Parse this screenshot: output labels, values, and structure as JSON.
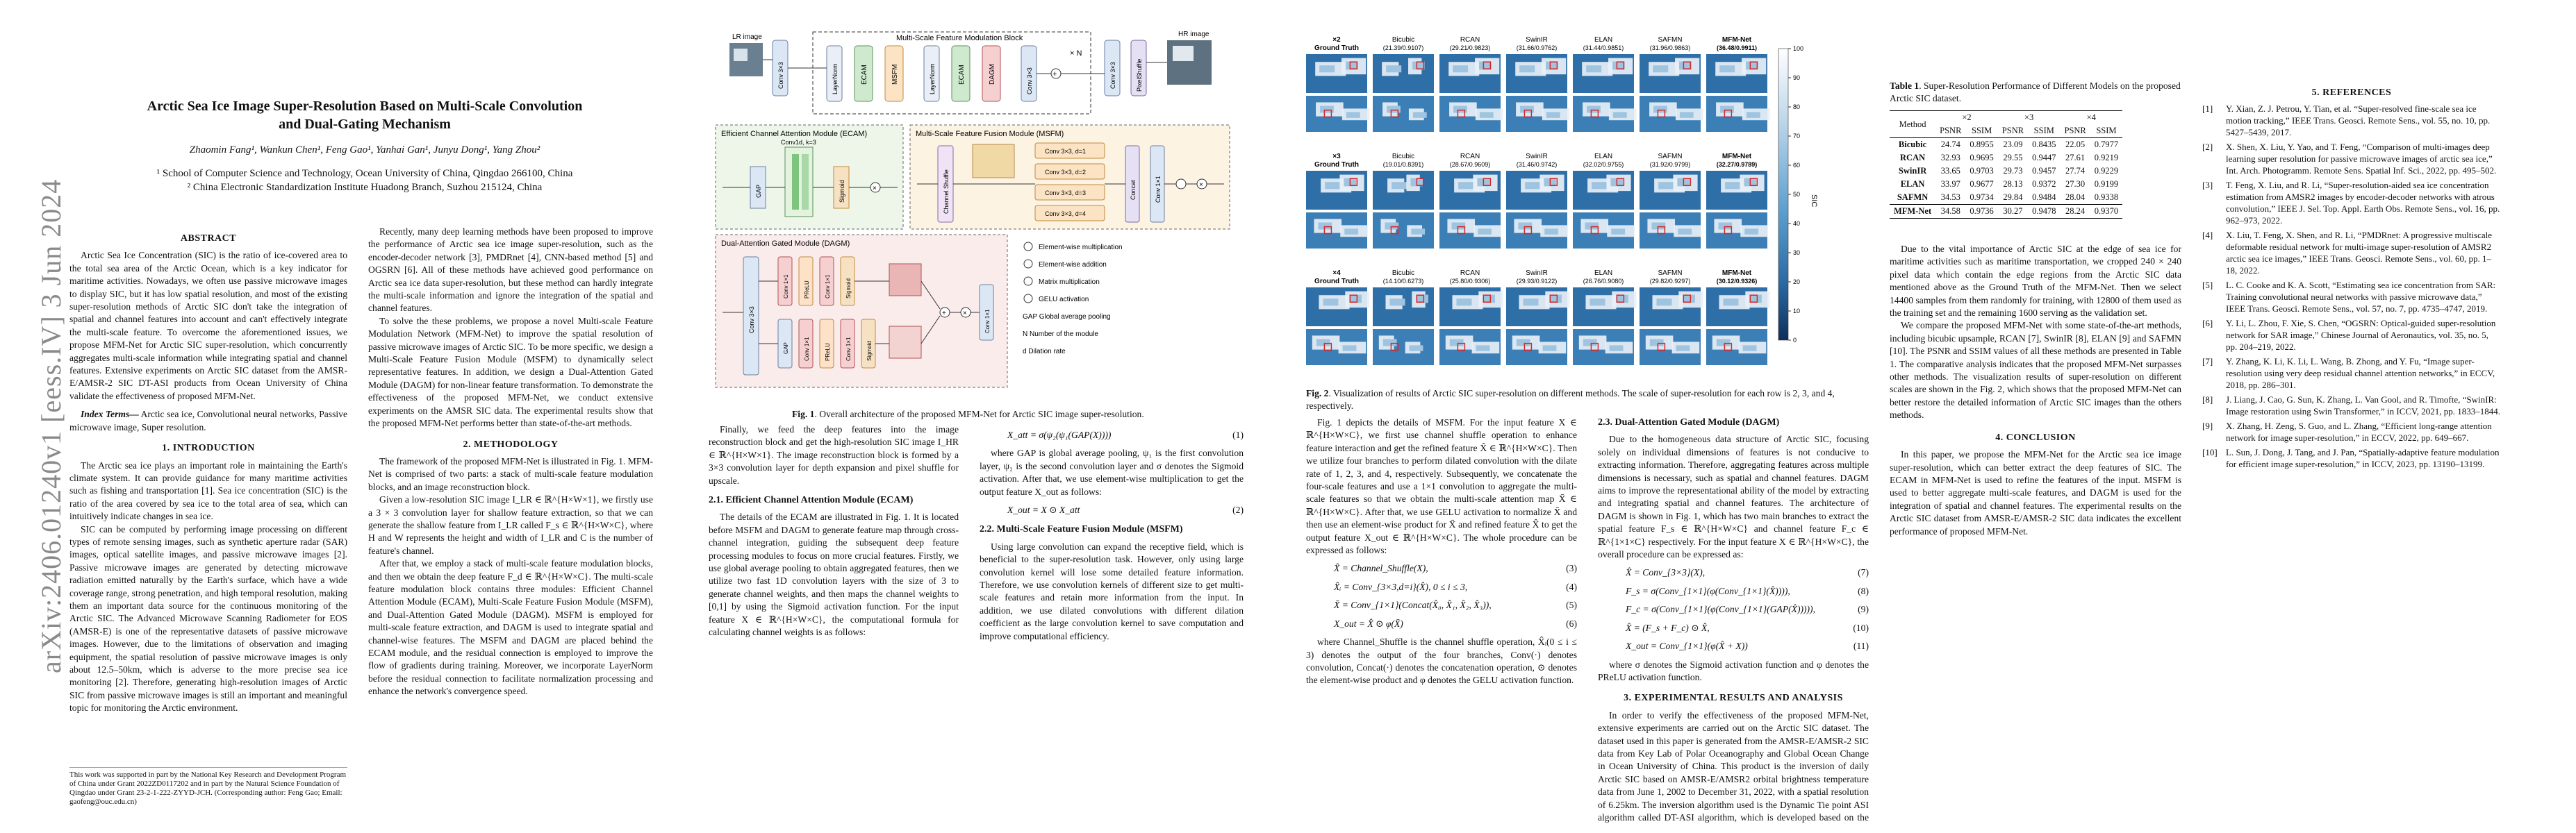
{
  "arxiv_id": "arXiv:2406.01240v1  [eess.IV]  3 Jun 2024",
  "paper": {
    "title_line1": "Arctic Sea Ice Image Super-Resolution Based on Multi-Scale Convolution",
    "title_line2": "and Dual-Gating Mechanism",
    "authors": "Zhaomin Fang¹, Wankun Chen¹, Feng Gao¹, Yanhai Gan¹, Junyu Dong¹, Yang Zhou²",
    "affil1": "¹ School of Computer Science and Technology, Ocean University of China, Qingdao 266100, China",
    "affil2": "² China Electronic Standardization Institute Huadong Branch, Suzhou 215124, China"
  },
  "abstract": {
    "heading": "ABSTRACT",
    "text": "Arctic Sea Ice Concentration (SIC) is the ratio of ice-covered area to the total sea area of the Arctic Ocean, which is a key indicator for maritime activities. Nowadays, we often use passive microwave images to display SIC, but it has low spatial resolution, and most of the existing super-resolution methods of Arctic SIC don't take the integration of spatial and channel features into account and can't effectively integrate the multi-scale feature. To overcome the aforementioned issues, we propose MFM-Net for Arctic SIC super-resolution, which concurrently aggregates multi-scale information while integrating spatial and channel features. Extensive experiments on Arctic SIC dataset from the AMSR-E/AMSR-2 SIC DT-ASI products from Ocean University of China validate the effectiveness of proposed MFM-Net.",
    "terms_label": "Index Terms—",
    "terms": "Arctic sea ice, Convolutional neural networks, Passive microwave image, Super resolution."
  },
  "intro": {
    "heading": "1. INTRODUCTION",
    "p1": "The Arctic sea ice plays an important role in maintaining the Earth's climate system. It can provide guidance for many maritime activities such as fishing and transportation [1]. Sea ice concentration (SIC) is the ratio of the area covered by sea ice to the total area of sea, which can intuitively indicate changes in sea ice.",
    "p2": "SIC can be computed by performing image processing on different types of remote sensing images, such as synthetic aperture radar (SAR) images, optical satellite images, and passive microwave images [2]. Passive microwave images are generated by detecting microwave radiation emitted naturally by the Earth's surface, which have a wide coverage range, strong penetration, and high temporal resolution, making them an important data source for the continuous monitoring of the Arctic SIC. The Advanced Microwave Scanning Radiometer for EOS (AMSR-E) is one of the representative datasets of passive microwave images. However, due to the limitations of observation and imaging equipment, the spatial resolution of passive microwave images is only about 12.5–50km, which is adverse to the more precise sea ice monitoring [2]. Therefore, generating high-resolution images of Arctic SIC from passive microwave images is still an important and meaningful topic for monitoring the Arctic environment.",
    "p3": "Recently, many deep learning methods have been proposed to improve the performance of Arctic sea ice image super-resolution, such as the encoder-decoder network [3], PMDRnet [4], CNN-based method [5] and OGSRN [6]. All of these methods have achieved good performance on Arctic sea ice data super-resolution, but these method can hardly integrate the multi-scale information and ignore the integration of the spatial and channel features.",
    "p4": "To solve the these problems, we propose a novel Multi-scale Feature Modulation Network (MFM-Net) to improve the spatial resolution of passive microwave images of Arctic SIC. To be more specific, we design a Multi-Scale Feature Fusion Module (MSFM) to dynamically select representative features. In addition, we design a Dual-Attention Gated Module (DAGM) for non-linear feature transformation. To demonstrate the effectiveness of the proposed MFM-Net, we conduct extensive experiments on the AMSR SIC data. The experimental results show that the proposed MFM-Net performs better than state-of-the-art methods."
  },
  "footnote": "This work was supported in part by the National Key Research and Development Program of China under Grant 2022ZD0117202 and in part by the Natural Science Foundation of Qingdao under Grant 23-2-1-222-ZYYD-JCH. (Corresponding author: Feng Gao; Email: gaofeng@ouc.edu.cn)",
  "method": {
    "heading": "2. METHODOLOGY",
    "p1": "The framework of the proposed MFM-Net is illustrated in Fig. 1. MFM-Net is comprised of two parts: a stack of multi-scale feature modulation blocks, and an image reconstruction block.",
    "p2": "Given a low-resolution SIC image I_LR ∈ ℝ^{H×W×1}, we firstly use a 3 × 3 convolution layer for shallow feature extraction, so that we can generate the shallow feature from I_LR called F_s ∈ ℝ^{H×W×C}, where H and W represents the height and width of I_LR and C is the number of feature's channel.",
    "p3": "After that, we employ a stack of multi-scale feature modulation blocks, and then we obtain the deep feature F_d ∈ ℝ^{H×W×C}. The multi-scale feature modulation block contains three modules: Efficient Channel Attention Module (ECAM), Multi-Scale Feature Fusion Module (MSFM), and Dual-Attention Gated Module (DAGM). MSFM is employed for multi-scale feature extraction, and DAGM is used to integrate spatial and channel-wise features. The MSFM and DAGM are placed behind the ECAM module, and the residual connection is employed to improve the flow of gradients during training. Moreover, we incorporate LayerNorm before the residual connection to facilitate normalization processing and enhance the network's convergence speed.",
    "p4": "Finally, we feed the deep features into the image reconstruction block and get the high-resolution SIC image I_HR ∈ ℝ^{H×W×1}. The image reconstruction block is formed by a 3×3 convolution layer for depth expansion and pixel shuffle for upscale.",
    "ecam_heading": "2.1. Efficient Channel Attention Module (ECAM)",
    "ecam_p1": "The details of the ECAM are illustrated in Fig. 1. It is located before MSFM and DAGM to generate feature map through cross-channel integration, guiding the subsequent deep feature processing modules to focus on more crucial features. Firstly, we use global average pooling to obtain aggregated features, then we utilize two fast 1D convolution layers with the size of 3 to generate channel weights, and then maps the channel weights to [0,1] by using the Sigmoid activation function. For the input feature X ∈ ℝ^{H×W×C}, the computational formula for calculating channel weights is as follows:",
    "eq1": "X_att = σ(ψ₂(ψ₁(GAP(X))))",
    "eq1_num": "(1)",
    "ecam_p2": "where GAP is global average pooling, ψ₁ is the first convolution layer, ψ₂ is the second convolution layer and σ denotes the Sigmoid activation. After that, we use element-wise multiplication to get the output feature X_out as follows:",
    "eq2": "X_out = X ⊙ X_att",
    "eq2_num": "(2)",
    "msfm_heading": "2.2. Multi-Scale Feature Fusion Module (MSFM)",
    "msfm_p1": "Using large convolution can expand the receptive field, which is beneficial to the super-resolution task. However, only using large convolution kernel will lose some detailed feature information. Therefore, we use convolution kernels of different size to get multi-scale features and retain more information from the input. In addition, we use dilated convolutions with different dilation coefficient as the large convolution kernel to save computation and improve computational efficiency.",
    "msfm_p2": "Fig. 1 depicts the details of MSFM. For the input feature X ∈ ℝ^{H×W×C}, we first use channel shuffle operation to enhance feature interaction and get the refined feature X̂ ∈ ℝ^{H×W×C}. Then we utilize four branches to perform dilated convolution with the dilate rate of 1, 2, 3, and 4, respectively. Subsequently, we concatenate the four-scale features and use a 1×1 convolution to aggregate the multi-scale features so that we obtain the multi-scale attention map X̄ ∈ ℝ^{H×W×C}. After that, we use GELU activation to normalize X̄ and then use an element-wise product for X̄ and refined feature X̂ to get the output feature X_out ∈ ℝ^{H×W×C}. The whole procedure can be expressed as follows:",
    "eq3": "X̂ = Channel_Shuffle(X),",
    "eq3_num": "(3)",
    "eq4": "X̂ᵢ = Conv_{3×3,d=i}(X̂), 0 ≤ i ≤ 3,",
    "eq4_num": "(4)",
    "eq5": "X̄ = Conv_{1×1}(Concat(X̂₀, X̂₁, X̂₂, X̂₃)),",
    "eq5_num": "(5)",
    "eq6": "X_out = X̂ ⊙ φ(X̄)",
    "eq6_num": "(6)",
    "msfm_p3": "where Channel_Shuffle is the channel shuffle operation, X̂ᵢ(0 ≤ i ≤ 3) denotes the output of the four branches, Conv(·) denotes convolution, Concat(·) denotes the concatenation operation, ⊙ denotes the element-wise product and φ denotes the GELU activation function."
  },
  "dagm": {
    "heading": "2.3. Dual-Attention Gated Module (DAGM)",
    "p1": "Due to the homogeneous data structure of Arctic SIC, focusing solely on individual dimensions of features is not conducive to extracting information. Therefore, aggregating features across multiple dimensions is necessary, such as spatial and channel features. DAGM aims to improve the representational ability of the model by extracting and integrating spatial and channel features. The architecture of DAGM is shown in Fig. 1, which has two main branches to extract the spatial feature F_s ∈ ℝ^{H×W×C} and channel feature F_c ∈ ℝ^{1×1×C} respectively. For the input feature X ∈ ℝ^{H×W×C}, the overall procedure can be expressed as:",
    "eq7": "X̂ = Conv_{3×3}(X),",
    "eq7_num": "(7)",
    "eq8": "F_s = σ(Conv_{1×1}(φ(Conv_{1×1}(X̂)))),",
    "eq8_num": "(8)",
    "eq9": "F_c = σ(Conv_{1×1}(φ(Conv_{1×1}(GAP(X̂))))),",
    "eq9_num": "(9)",
    "eq10": "X̂ = (F_s + F_c) ⊙ X̂,",
    "eq10_num": "(10)",
    "eq11": "X_out = Conv_{1×1}(φ(X̂ + X))",
    "eq11_num": "(11)",
    "p2": "where σ denotes the Sigmoid activation function and φ denotes the PReLU activation function."
  },
  "exp": {
    "heading": "3. EXPERIMENTAL RESULTS AND ANALYSIS",
    "p1": "In order to verify the effectiveness of the proposed MFM-Net, extensive experiments are carried out on the Arctic SIC dataset. The dataset used in this paper is generated from the AMSR-E/AMSR-2 SIC data from Key Lab of Polar Oceanography and Global Ocean Change in Ocean University of China. This product is the inversion of daily Arctic SIC based on AMSR-E/AMSR2 orbital brightness temperature data from June 1, 2002 to December 31, 2022, with a spatial resolution of 6.25km. The inversion algorithm used is the Dynamic Tie point ASI algorithm called DT-ASI algorithm, which is developed based on the ASI algorithm of The University of Bremen in Germany.",
    "p2": "Due to the vital importance of Arctic SIC at the edge of sea ice for maritime activities such as maritime transportation, we cropped 240 × 240 pixel data which contain the edge regions from the Arctic SIC data mentioned above as the Ground Truth of the MFM-Net. Then we select 14400 samples from them randomly for training, with 12800 of them used as the training set and the remaining 1600 serving as the validation set.",
    "p3": "We compare the proposed MFM-Net with some state-of-the-art methods, including bicubic upsample, RCAN [7], SwinIR [8], ELAN [9] and SAFMN [10]. The PSNR and SSIM values of all these methods are presented in Table 1. The comparative analysis indicates that the proposed MFM-Net surpasses other methods. The visualization results of super-resolution on different scales are shown in the Fig. 2, which shows that the proposed MFM-Net can better restore the detailed information of Arctic SIC images than the others methods."
  },
  "conclusion": {
    "heading": "4. CONCLUSION",
    "p1": "In this paper, we propose the MFM-Net for the Arctic sea ice image super-resolution, which can better extract the deep features of SIC. The ECAM in MFM-Net is used to refine the features of the input. MSFM is used to better aggregate multi-scale features, and DAGM is used for the integration of spatial and channel features. The experimental results on the Arctic SIC dataset from AMSR-E/AMSR-2 SIC data indicates the excellent performance of proposed MFM-Net."
  },
  "fig1": {
    "caption_label": "Fig. 1",
    "caption": ". Overall architecture of the proposed MFM-Net for Arctic SIC image super-resolution.",
    "top_block": "Multi-Scale Feature Modulation Block",
    "lr_label": "LR image",
    "hr_label": "HR image",
    "conv33": "Conv 3×3",
    "layernorm": "LayerNorm",
    "ecam": "ECAM",
    "msfm": "MSFM",
    "dagm": "DAGM",
    "pixelshuffle": "PixelShuffle",
    "times_n": "× N",
    "ecam_title": "Efficient Channel Attention Module (ECAM)",
    "msfm_title": "Multi-Scale Feature Fusion Module (MSFM)",
    "dagm_title": "Dual-Attention Gated Module (DAGM)",
    "gap": "GAP",
    "conv1d": "Conv1d, k=3",
    "sigmoid": "Sigmoid",
    "channel_shuffle": "Channel Shuffle",
    "d1": "Conv 3×3, d=1",
    "d2": "Conv 3×3, d=2",
    "d3": "Conv 3×3, d=3",
    "d4": "Conv 3×3, d=4",
    "concat": "Concat",
    "conv11": "Conv 1×1",
    "gelu": "GELU",
    "prelu": "PReLU",
    "legend": [
      "Element-wise multiplication",
      "Element-wise addition",
      "Matrix multiplication",
      "GELU activation",
      "GAP  Global average pooling",
      "N   Number of the module",
      "d   Dilation rate"
    ]
  },
  "fig2": {
    "caption_label": "Fig. 2",
    "caption": ". Visualization of results of Arctic SIC super-resolution on different methods. The scale of super-resolution for each row is 2, 3, and 4, respectively.",
    "colorbar_label": "SIC",
    "colorbar_ticks": [
      "100",
      "90",
      "80",
      "70",
      "60",
      "50",
      "40",
      "30",
      "20",
      "10",
      "0"
    ],
    "rows": [
      {
        "scale": "×2",
        "gt": "Ground Truth",
        "methods": [
          "Bicubic",
          "RCAN",
          "SwinIR",
          "ELAN",
          "SAFMN",
          "MFM-Net"
        ],
        "scores": [
          "(21.39/0.9107)",
          "(29.21/0.9823)",
          "(31.66/0.9762)",
          "(31.44/0.9851)",
          "(31.96/0.9863)",
          "(36.48/0.9911)"
        ]
      },
      {
        "scale": "×3",
        "gt": "Ground Truth",
        "methods": [
          "Bicubic",
          "RCAN",
          "SwinIR",
          "ELAN",
          "SAFMN",
          "MFM-Net"
        ],
        "scores": [
          "(19.01/0.8391)",
          "(28.67/0.9609)",
          "(31.46/0.9742)",
          "(32.02/0.9755)",
          "(31.92/0.9799)",
          "(32.27/0.9789)"
        ]
      },
      {
        "scale": "×4",
        "gt": "Ground Truth",
        "methods": [
          "Bicubic",
          "RCAN",
          "SwinIR",
          "ELAN",
          "SAFMN",
          "MFM-Net"
        ],
        "scores": [
          "(14.10/0.6273)",
          "(25.80/0.9306)",
          "(29.93/0.9122)",
          "(26.76/0.9080)",
          "(29.82/0.9297)",
          "(30.12/0.9326)"
        ]
      }
    ]
  },
  "table1": {
    "caption_label": "Table 1",
    "caption": ". Super-Resolution Performance of Different Models on the proposed Arctic SIC dataset.",
    "method_header": "Method",
    "scales": [
      "×2",
      "×3",
      "×4"
    ],
    "metrics": [
      "PSNR",
      "SSIM",
      "PSNR",
      "SSIM",
      "PSNR",
      "SSIM"
    ],
    "rows": [
      {
        "name": "Bicubic",
        "vals": [
          "24.74",
          "0.8955",
          "23.09",
          "0.8435",
          "22.05",
          "0.7977"
        ]
      },
      {
        "name": "RCAN",
        "vals": [
          "32.93",
          "0.9695",
          "29.55",
          "0.9447",
          "27.61",
          "0.9219"
        ]
      },
      {
        "name": "SwinIR",
        "vals": [
          "33.65",
          "0.9703",
          "29.73",
          "0.9457",
          "27.74",
          "0.9229"
        ]
      },
      {
        "name": "ELAN",
        "vals": [
          "33.97",
          "0.9677",
          "28.13",
          "0.9372",
          "27.30",
          "0.9199"
        ]
      },
      {
        "name": "SAFMN",
        "vals": [
          "34.53",
          "0.9734",
          "29.84",
          "0.9484",
          "28.04",
          "0.9338"
        ]
      }
    ],
    "ours": {
      "name": "MFM-Net",
      "vals": [
        "34.58",
        "0.9736",
        "30.27",
        "0.9478",
        "28.24",
        "0.9370"
      ]
    }
  },
  "references": {
    "heading": "5. REFERENCES",
    "items": [
      {
        "n": "[1]",
        "t": "Y. Xian, Z. J. Petrou, Y. Tian, et al. “Super-resolved fine-scale sea ice motion tracking,” IEEE Trans. Geosci. Remote Sens., vol. 55, no. 10, pp. 5427–5439, 2017."
      },
      {
        "n": "[2]",
        "t": "X. Shen, X. Liu, Y. Yao, and T. Feng, “Comparison of multi-images deep learning super resolution for passive microwave images of arctic sea ice,” Int. Arch. Photogramm. Remote Sens. Spatial Inf. Sci., 2022, pp. 495–502."
      },
      {
        "n": "[3]",
        "t": "T. Feng, X. Liu, and R. Li, “Super-resolution-aided sea ice concentration estimation from AMSR2 images by encoder-decoder networks with atrous convolution,” IEEE J. Sel. Top. Appl. Earth Obs. Remote Sens., vol. 16, pp. 962–973, 2022."
      },
      {
        "n": "[4]",
        "t": "X. Liu, T. Feng, X. Shen, and R. Li, “PMDRnet: A progressive multiscale deformable residual network for multi-image super-resolution of AMSR2 arctic sea ice images,” IEEE Trans. Geosci. Remote Sens., vol. 60, pp. 1–18, 2022."
      },
      {
        "n": "[5]",
        "t": "L. C. Cooke and K. A. Scott, “Estimating sea ice concentration from SAR: Training convolutional neural networks with passive microwave data,” IEEE Trans. Geosci. Remote Sens., vol. 57, no. 7, pp. 4735–4747, 2019."
      },
      {
        "n": "[6]",
        "t": "Y. Li, L. Zhou, F. Xie, S. Chen, “OGSRN: Optical-guided super-resolution network for SAR image,” Chinese Journal of Aeronautics, vol. 35, no. 5, pp. 204–219, 2022."
      },
      {
        "n": "[7]",
        "t": "Y. Zhang, K. Li, K. Li, L. Wang, B. Zhong, and Y. Fu, “Image super-resolution using very deep residual channel attention networks,” in ECCV, 2018, pp. 286–301."
      },
      {
        "n": "[8]",
        "t": "J. Liang, J. Cao, G. Sun, K. Zhang, L. Van Gool, and R. Timofte, “SwinIR: Image restoration using Swin Transformer,” in ICCV, 2021, pp. 1833–1844."
      },
      {
        "n": "[9]",
        "t": "X. Zhang, H. Zeng, S. Guo, and L. Zhang, “Efficient long-range attention network for image super-resolution,” in ECCV, 2022, pp. 649–667."
      },
      {
        "n": "[10]",
        "t": "L. Sun, J. Dong, J. Tang, and J. Pan, “Spatially-adaptive feature modulation for efficient image super-resolution,” in ICCV, 2023, pp. 13190–13199."
      }
    ]
  }
}
